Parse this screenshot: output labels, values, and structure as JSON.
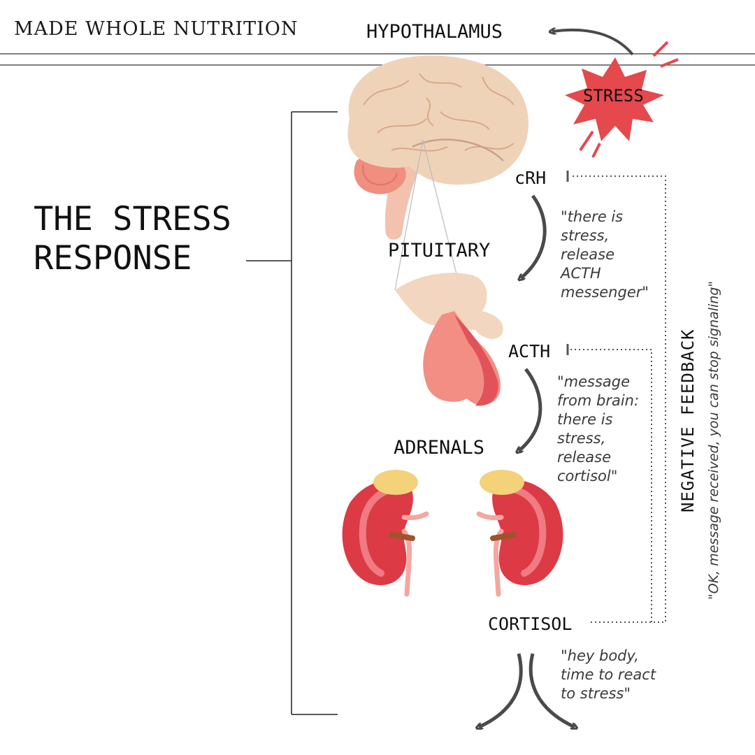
{
  "brand": "MADE WHOLE NUTRITION",
  "title_line1": "THE STRESS",
  "title_line2": "RESPONSE",
  "labels": {
    "hypothalamus": "HYPOTHALAMUS",
    "stress": "STRESS",
    "crh": "cRH",
    "pituitary": "PITUITARY",
    "acth": "ACTH",
    "adrenals": "ADRENALS",
    "cortisol": "CORTISOL"
  },
  "notes": {
    "crh": [
      "\"there is",
      "stress,",
      "release",
      "ACTH",
      "messenger\""
    ],
    "acth": [
      "\"message",
      "from brain:",
      "there is",
      "stress,",
      "release",
      "cortisol\""
    ],
    "cortisol": [
      "\"hey body,",
      "time to react",
      "to stress\""
    ]
  },
  "feedback": {
    "heading": "NEGATIVE FEEDBACK",
    "quote": "\"OK, message received, you can stop signaling\""
  },
  "colors": {
    "stress_burst": "#e5484d",
    "brain": "#efd3b8",
    "kidney": "#dc3a45",
    "adrenal_cap": "#f4d27a",
    "arrow": "#4a4a4a"
  }
}
